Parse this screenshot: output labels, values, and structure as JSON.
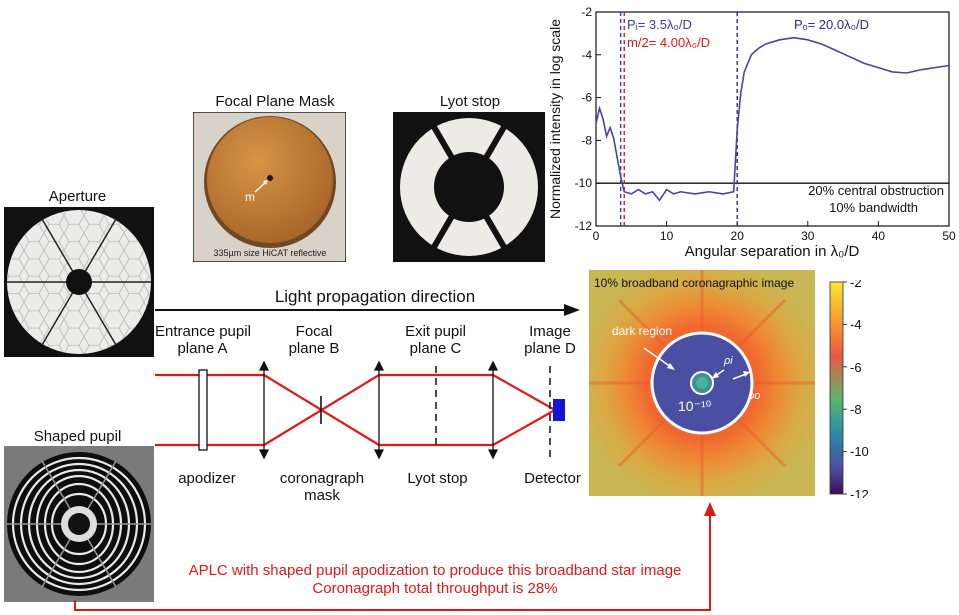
{
  "panels": {
    "aperture": "Aperture",
    "focal_plane_mask": "Focal Plane Mask",
    "focal_plane_mask_caption": "335µm size HiCAT reflective",
    "focal_plane_mask_marker": "m",
    "lyot_stop": "Lyot stop",
    "shaped_pupil": "Shaped pupil"
  },
  "optics": {
    "direction": "Light propagation direction",
    "plane_a": [
      "Entrance pupil",
      "plane A"
    ],
    "plane_b": [
      "Focal",
      "plane B"
    ],
    "plane_c": [
      "Exit pupil",
      "plane C"
    ],
    "plane_d": [
      "Image",
      "plane D"
    ],
    "apodizer": "apodizer",
    "mask": [
      "coronagraph",
      "mask"
    ],
    "lyot": "Lyot stop",
    "detector": "Detector"
  },
  "caption": {
    "line1": "APLC with shaped pupil apodization to produce this broadband star image",
    "line2": "Coronagraph total throughput is 28%"
  },
  "image": {
    "title": "10% broadband coronagraphic image",
    "dark_region": "dark region",
    "center_value": "10⁻¹⁰",
    "pi": "ρi",
    "po": "ρo",
    "colorbar_ticks": [
      "-2",
      "-4",
      "-6",
      "-8",
      "-10",
      "-12"
    ]
  },
  "chart_data": {
    "type": "line",
    "xlabel": "Angular separation in λ₀/D",
    "ylabel": "Normalized intensity in log scale",
    "xlim": [
      0,
      50
    ],
    "ylim": [
      -12,
      -2
    ],
    "xticks": [
      "0",
      "10",
      "20",
      "30",
      "40",
      "50"
    ],
    "yticks": [
      "-2",
      "-4",
      "-6",
      "-8",
      "-10",
      "-12"
    ],
    "annotations": {
      "pi": "Pᵢ= 3.5λ₀/D",
      "m2": "m/2= 4.00λ₀/D",
      "po": "Pₒ= 20.0λ₀/D",
      "note1": "20% central obstruction",
      "note2": "10% bandwidth"
    },
    "vlines": [
      3.5,
      4.0,
      20.0
    ],
    "hline": -10,
    "colors": {
      "curve": "#4545a8",
      "pi": "#3a3ab0",
      "m2": "#e01818",
      "po": "#2a2a99"
    },
    "x": [
      0,
      0.5,
      1,
      1.5,
      2,
      2.5,
      3,
      3.5,
      4,
      5,
      6,
      7,
      8,
      9,
      10,
      11,
      12,
      14,
      16,
      18,
      19.5,
      20,
      20.5,
      21,
      22,
      23,
      24,
      26,
      28,
      30,
      32,
      34,
      36,
      38,
      40,
      42,
      44,
      46,
      48,
      50
    ],
    "y": [
      -7.2,
      -6.5,
      -7.0,
      -7.8,
      -7.4,
      -7.9,
      -8.8,
      -9.7,
      -10.4,
      -10.5,
      -10.3,
      -10.5,
      -10.4,
      -10.8,
      -10.3,
      -10.5,
      -10.4,
      -10.5,
      -10.4,
      -10.5,
      -10.4,
      -7.5,
      -5.8,
      -4.8,
      -4.0,
      -3.7,
      -3.5,
      -3.3,
      -3.2,
      -3.3,
      -3.5,
      -3.8,
      -4.1,
      -4.4,
      -4.6,
      -4.8,
      -4.85,
      -4.7,
      -4.6,
      -4.5
    ]
  }
}
